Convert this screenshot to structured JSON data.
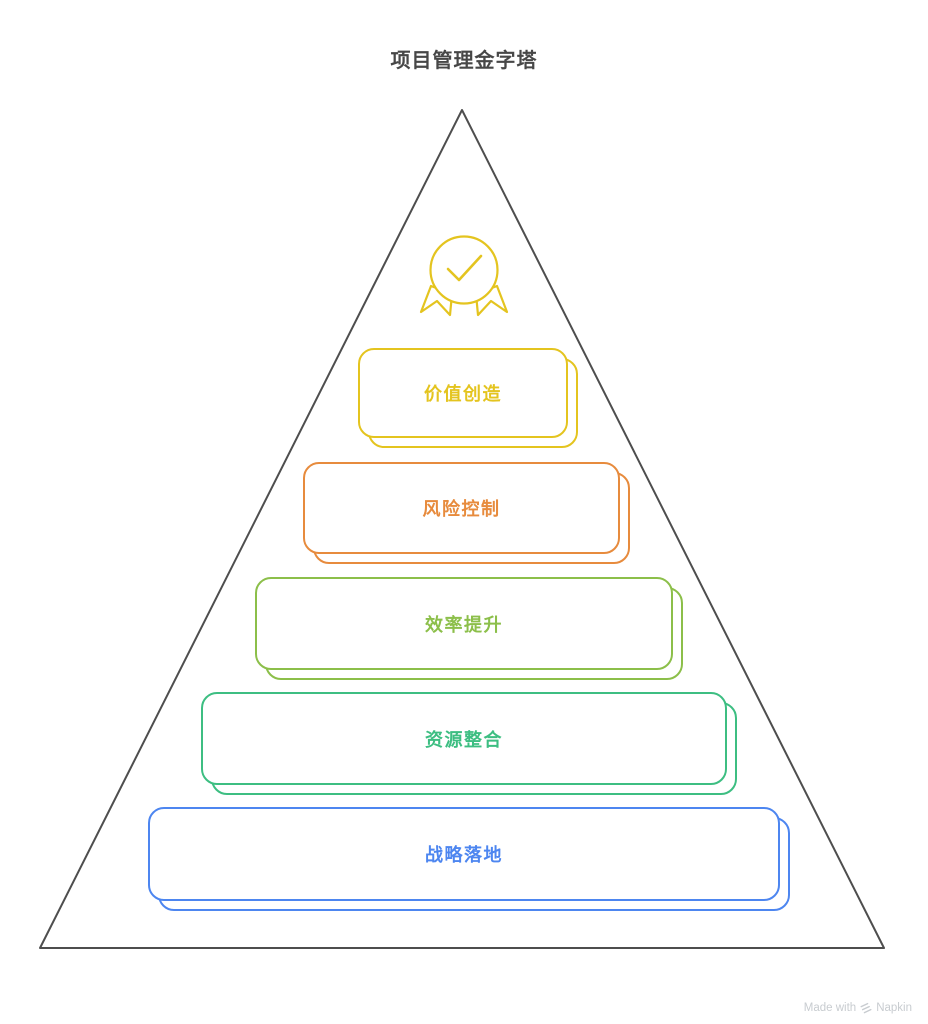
{
  "title": "项目管理金字塔",
  "pyramid": {
    "outline_color": "#4E4E4E",
    "badge": {
      "icon": "award-medal-check-icon",
      "color": "#E4C41F"
    },
    "levels": [
      {
        "label": "价值创造",
        "color": "#E4C41F"
      },
      {
        "label": "风险控制",
        "color": "#E78B3D"
      },
      {
        "label": "效率提升",
        "color": "#8CBF4A"
      },
      {
        "label": "资源整合",
        "color": "#3DBE82"
      },
      {
        "label": "战略落地",
        "color": "#4D86F0"
      }
    ]
  },
  "footer": {
    "credit": "Made with",
    "brand": "Napkin",
    "color": "#C8CCD0"
  }
}
